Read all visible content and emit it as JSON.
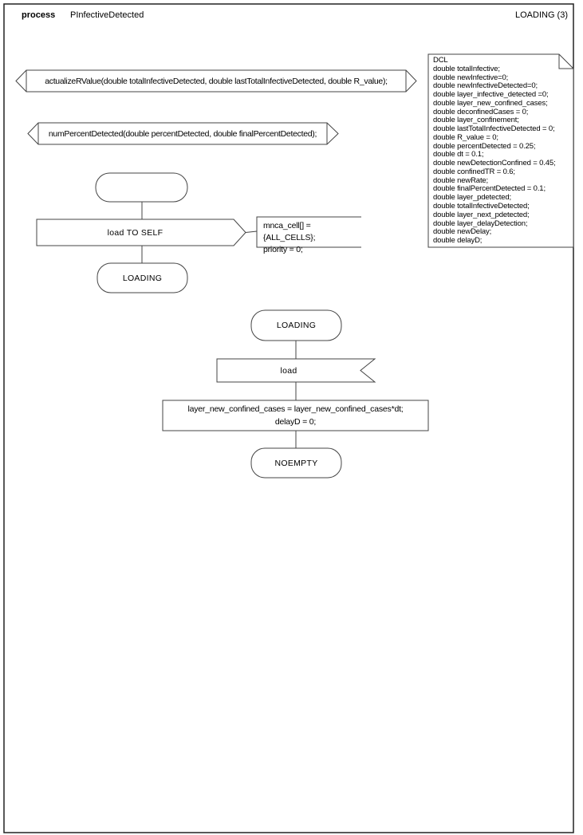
{
  "header": {
    "kind": "process",
    "name": "PInfectiveDetected",
    "page": "LOADING (3)"
  },
  "dcl": {
    "lines": [
      "DCL",
      "double totalInfective;",
      "double newInfective=0;",
      "double newInfectiveDetected=0;",
      "double layer_infective_detected =0;",
      "double layer_new_confined_cases;",
      "double deconfinedCases = 0;",
      "double layer_confinement;",
      "double lastTotalInfectiveDetected = 0;",
      "double R_value = 0;",
      "double percentDetected = 0.25;",
      "double dt = 0.1;",
      "double newDetectionConfined = 0.45;",
      "double confinedTR = 0.6;",
      "double newRate;",
      "double finalPercentDetected = 0.1;",
      "double layer_pdetected;",
      "double totalInfectiveDetected;",
      "double layer_next_pdetected;",
      "double layer_delayDetection;",
      "double newDelay;",
      "double delayD;"
    ]
  },
  "procedures": {
    "actualize": "actualizeRValue(double totalInfectiveDetected, double lastTotalInfectiveDetected, double R_value);",
    "numpercent": "numPercentDetected(double percentDetected, double finalPercentDetected);"
  },
  "flow_init": {
    "output_label": "load TO SELF",
    "output_params": [
      "mnca_cell[] = {ALL_CELLS};",
      "priority = 0;"
    ],
    "next_state": "LOADING"
  },
  "flow_loading": {
    "state": "LOADING",
    "input_label": "load",
    "task": [
      "layer_new_confined_cases = layer_new_confined_cases*dt;",
      "delayD = 0;"
    ],
    "next_state": "NOEMPTY"
  },
  "colors": {
    "shape_stroke": "#444444",
    "page_border": "#222222",
    "text": "#000000",
    "background": "#ffffff"
  }
}
